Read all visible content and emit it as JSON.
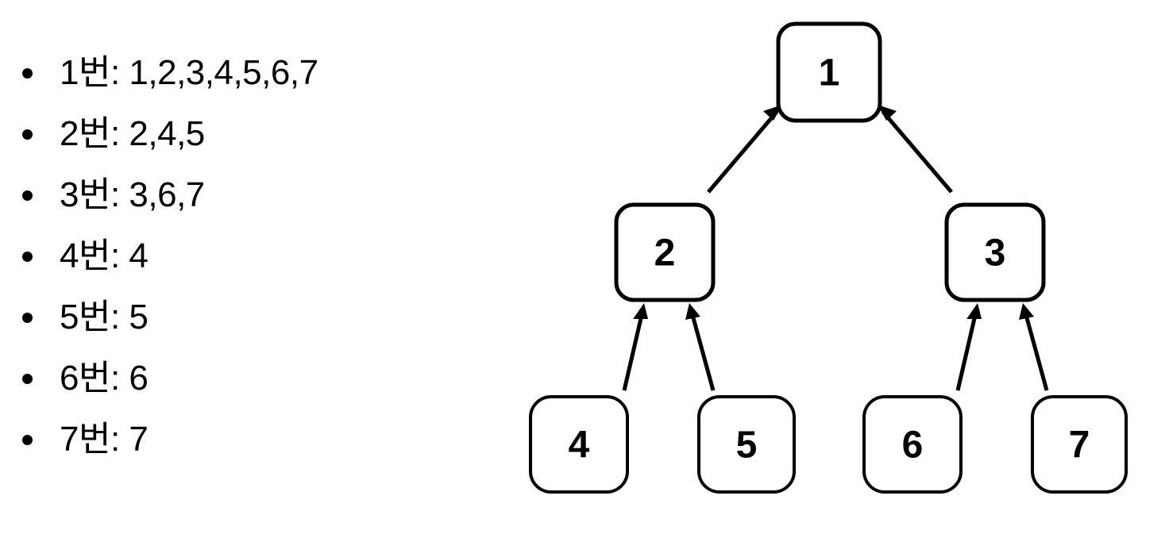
{
  "background_color": "#ffffff",
  "foreground_color": "#000000",
  "adjacency_list": {
    "items": [
      {
        "label": "1번: 1,2,3,4,5,6,7"
      },
      {
        "label": "2번: 2,4,5"
      },
      {
        "label": "3번: 3,6,7"
      },
      {
        "label": "4번: 4"
      },
      {
        "label": "5번: 5"
      },
      {
        "label": "6번: 6"
      },
      {
        "label": "7번: 7"
      }
    ]
  },
  "tree": {
    "nodes": [
      {
        "id": "1",
        "label": "1",
        "level": 0
      },
      {
        "id": "2",
        "label": "2",
        "level": 1
      },
      {
        "id": "3",
        "label": "3",
        "level": 1
      },
      {
        "id": "4",
        "label": "4",
        "level": 2
      },
      {
        "id": "5",
        "label": "5",
        "level": 2
      },
      {
        "id": "6",
        "label": "6",
        "level": 2
      },
      {
        "id": "7",
        "label": "7",
        "level": 2
      }
    ],
    "edges": [
      {
        "from": "2",
        "to": "1",
        "direction": "child-to-parent"
      },
      {
        "from": "3",
        "to": "1",
        "direction": "child-to-parent"
      },
      {
        "from": "4",
        "to": "2",
        "direction": "child-to-parent"
      },
      {
        "from": "5",
        "to": "2",
        "direction": "child-to-parent"
      },
      {
        "from": "6",
        "to": "3",
        "direction": "child-to-parent"
      },
      {
        "from": "7",
        "to": "3",
        "direction": "child-to-parent"
      }
    ]
  }
}
